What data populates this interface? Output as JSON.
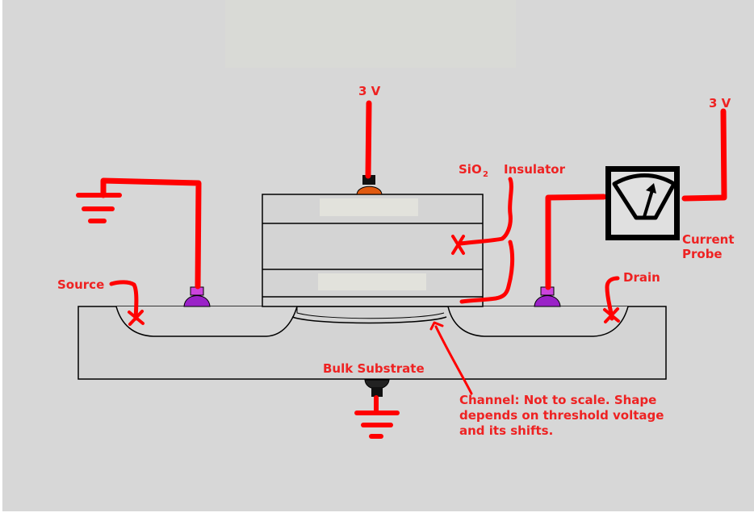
{
  "labels": {
    "gate_voltage": "3 V",
    "drain_voltage": "3 V",
    "sio2_main": "SiO",
    "sio2_sub": "2",
    "insulator": "Insulator",
    "current_probe_line1": "Current",
    "current_probe_line2": "Probe",
    "source": "Source",
    "drain": "Drain",
    "bulk_substrate": "Bulk Substrate",
    "channel_note_line1": "Channel: Not to scale.  Shape",
    "channel_note_line2": "depends on threshold voltage",
    "channel_note_line3": "and its shifts."
  },
  "colors": {
    "background": "#d7d7d7",
    "annotation_red": "#ff0000",
    "label_red": "#ee2222",
    "gate_contact": "#e05a10",
    "source_drain_contact": "#9a22c8",
    "substrate_contact": "#222222",
    "device_fill": "#d4d4d4",
    "outline": "#000000"
  },
  "icons": {
    "meter": "ammeter-icon",
    "ground": "ground-symbol-icon"
  }
}
